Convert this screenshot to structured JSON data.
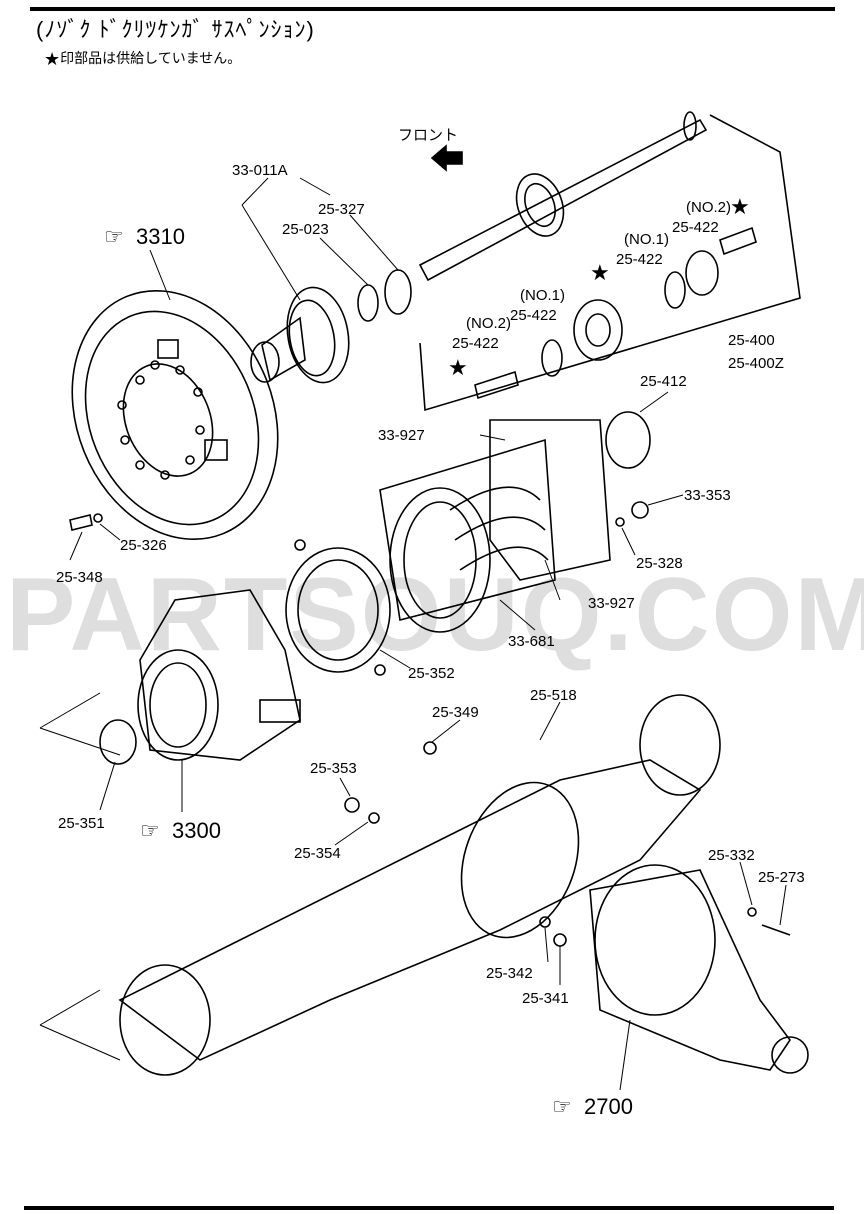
{
  "header": {
    "title": "(ﾉｿﾞｸ ﾄﾞｸﾘﾂｹﾝｶﾞ ｻｽﾍﾟﾝｼｮﾝ)",
    "note": "印部品は供給していません。",
    "note_star": "★"
  },
  "watermark": "PARTSOUQ.COM",
  "direction_label": "フロント",
  "labels": [
    {
      "id": "l-33-011a",
      "text": "33-011A"
    },
    {
      "id": "l-25-327",
      "text": "25-327"
    },
    {
      "id": "l-25-023",
      "text": "25-023"
    },
    {
      "id": "l-no2-top",
      "text": "(NO.2)"
    },
    {
      "id": "l-25-422-a",
      "text": "25-422"
    },
    {
      "id": "l-no1-top",
      "text": "(NO.1)"
    },
    {
      "id": "l-25-422-b",
      "text": "25-422"
    },
    {
      "id": "l-no1-mid",
      "text": "(NO.1)"
    },
    {
      "id": "l-25-422-c",
      "text": "25-422"
    },
    {
      "id": "l-no2-mid",
      "text": "(NO.2)"
    },
    {
      "id": "l-25-422-d",
      "text": "25-422"
    },
    {
      "id": "l-25-400",
      "text": "25-400"
    },
    {
      "id": "l-25-400z",
      "text": "25-400Z"
    },
    {
      "id": "l-25-412",
      "text": "25-412"
    },
    {
      "id": "l-33-927-a",
      "text": "33-927"
    },
    {
      "id": "l-33-353",
      "text": "33-353"
    },
    {
      "id": "l-25-326",
      "text": "25-326"
    },
    {
      "id": "l-25-328",
      "text": "25-328"
    },
    {
      "id": "l-25-348",
      "text": "25-348"
    },
    {
      "id": "l-33-927-b",
      "text": "33-927"
    },
    {
      "id": "l-33-681",
      "text": "33-681"
    },
    {
      "id": "l-25-352",
      "text": "25-352"
    },
    {
      "id": "l-25-518",
      "text": "25-518"
    },
    {
      "id": "l-25-349",
      "text": "25-349"
    },
    {
      "id": "l-25-353",
      "text": "25-353"
    },
    {
      "id": "l-25-351",
      "text": "25-351"
    },
    {
      "id": "l-25-354",
      "text": "25-354"
    },
    {
      "id": "l-25-332",
      "text": "25-332"
    },
    {
      "id": "l-25-273",
      "text": "25-273"
    },
    {
      "id": "l-25-342",
      "text": "25-342"
    },
    {
      "id": "l-25-341",
      "text": "25-341"
    }
  ],
  "references": [
    {
      "id": "r-3310",
      "text": "3310"
    },
    {
      "id": "r-3300",
      "text": "3300"
    },
    {
      "id": "r-2700",
      "text": "2700"
    }
  ],
  "star_glyph": "★",
  "ref_glyph": "☞"
}
